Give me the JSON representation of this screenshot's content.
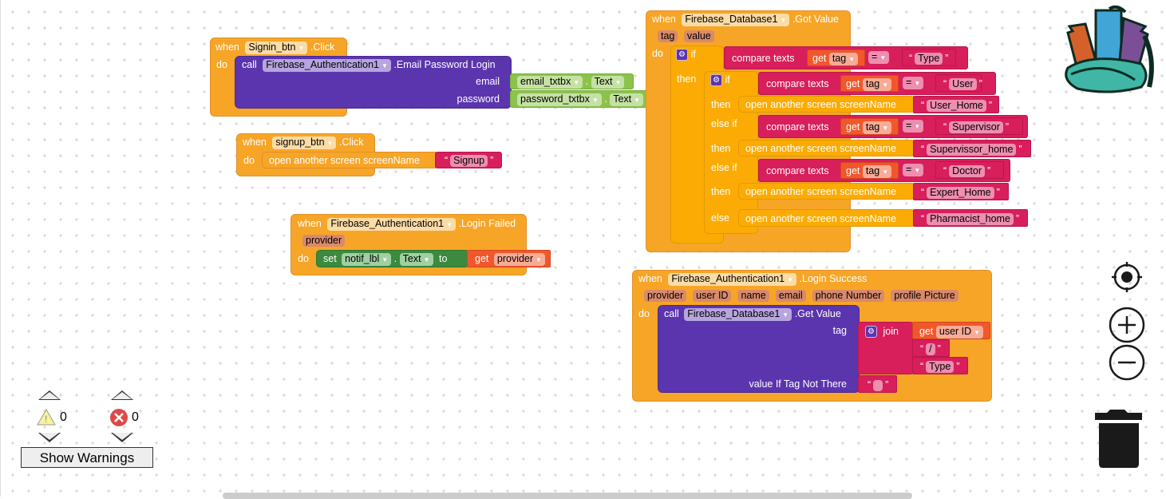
{
  "workspace": {
    "background": "#ffffff",
    "block_colors": {
      "event": "#f7a527",
      "control": "#fbab04",
      "component_method": "#5b35ad",
      "component_getter": "#8bc34a",
      "component_setter": "#3b8a3e",
      "text": "#d81e5b",
      "variable": "#f2572b"
    }
  },
  "blocks": {
    "signin": {
      "when": "when",
      "component": "Signin_btn",
      "event": ".Click",
      "do": "do",
      "call": "call",
      "call_component": "Firebase_Authentication1",
      "method": ".Email Password Login",
      "email_label": "email",
      "email_component": "email_txtbx",
      "email_prop": "Text",
      "password_label": "password",
      "password_component": "password_txtbx",
      "password_prop": "Text",
      "dot": "."
    },
    "signup": {
      "when": "when",
      "component": "signup_btn",
      "event": ".Click",
      "do": "do",
      "action": "open another screen  screenName",
      "screen": "Signup"
    },
    "login_failed": {
      "when": "when",
      "component": "Firebase_Authentication1",
      "event": ".Login Failed",
      "param": "provider",
      "do": "do",
      "set": "set",
      "set_component": "notif_lbl",
      "set_prop": "Text",
      "to": "to",
      "get": "get",
      "get_var": "provider",
      "dot": "."
    },
    "got_value": {
      "when": "when",
      "component": "Firebase_Database1",
      "event": ".Got Value",
      "params": [
        "tag",
        "value"
      ],
      "do": "do",
      "if": "if",
      "then": "then",
      "elseif": "else if",
      "else": "else",
      "compare": "compare texts",
      "get": "get",
      "var": "tag",
      "op": "=",
      "outer_value": "Type",
      "action": "open another screen  screenName",
      "branches": [
        {
          "label": "if",
          "compare_value": "User",
          "screen": "User_Home"
        },
        {
          "label": "else if",
          "compare_value": "Supervisor",
          "screen": "Supervissor_home"
        },
        {
          "label": "else if",
          "compare_value": "Doctor",
          "screen": "Expert_Home"
        }
      ],
      "else_screen": "Pharmacist_home"
    },
    "login_success": {
      "when": "when",
      "component": "Firebase_Authentication1",
      "event": ".Login Success",
      "params": [
        "provider",
        "user ID",
        "name",
        "email",
        "phone Number",
        "profile Picture"
      ],
      "do": "do",
      "call": "call",
      "call_component": "Firebase_Database1",
      "method": ".Get Value",
      "tag_label": "tag",
      "join": "join",
      "get": "get",
      "get_var": "user ID",
      "join_items": [
        "/",
        "Type"
      ],
      "value_label": "value If Tag Not There",
      "value_default": ""
    }
  },
  "warnings": {
    "warning_count": "0",
    "error_count": "0",
    "show_warnings_label": "Show Warnings"
  },
  "controls": {
    "backpack": "backpack-icon",
    "recenter": "recenter-icon",
    "zoom_in": "zoom-in-icon",
    "zoom_out": "zoom-out-icon",
    "trash": "trash-icon"
  }
}
